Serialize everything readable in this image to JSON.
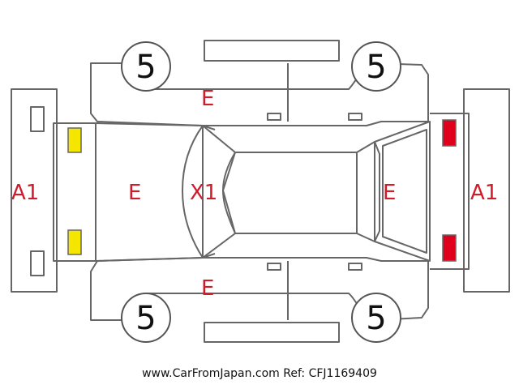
{
  "labels": {
    "front_bumper": "A1",
    "rear_bumper": "A1",
    "hood": "E",
    "roof": "X1",
    "trunk": "E",
    "left_side": "E",
    "right_side": "E"
  },
  "wheels": {
    "front_left": "5",
    "rear_left": "5",
    "front_right": "5",
    "rear_right": "5"
  },
  "colors": {
    "front_lights": "#f5e600",
    "rear_lights": "#e0001b",
    "damage_code": "#d11a2a",
    "outline": "#666666"
  },
  "footer": "www.CarFromJapan.com Ref: CFJ1169409"
}
